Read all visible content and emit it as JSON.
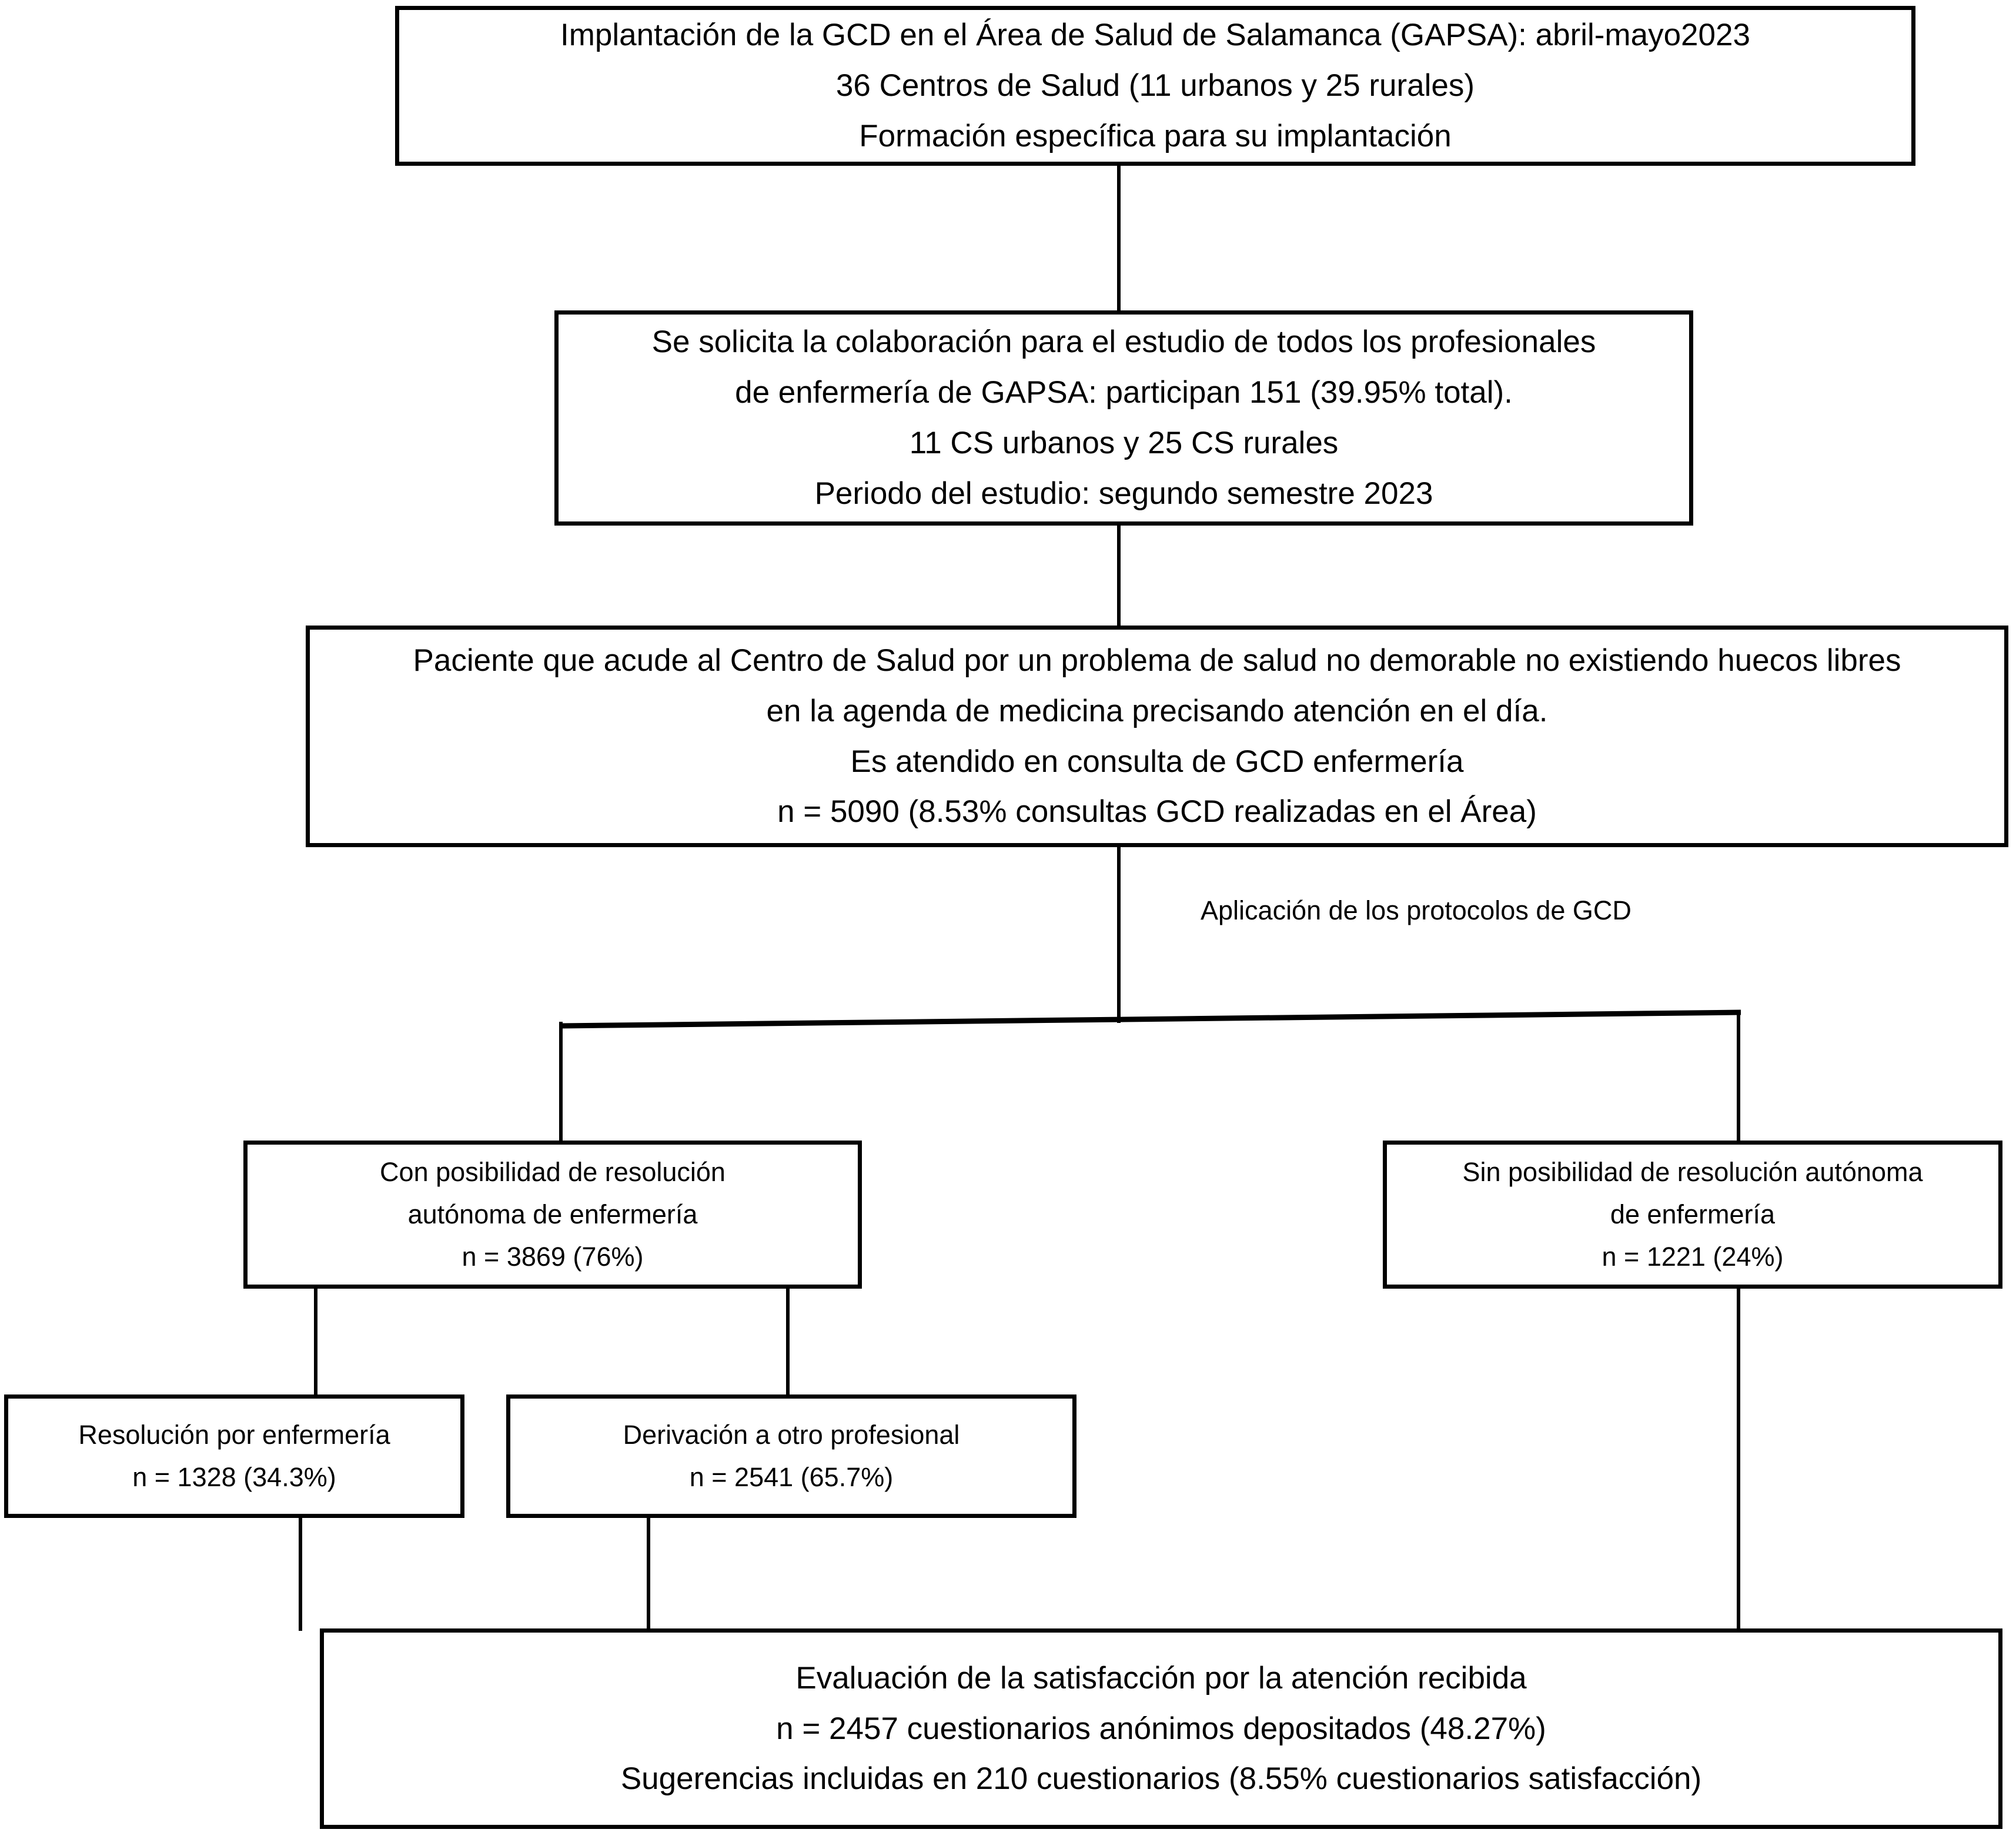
{
  "diagram": {
    "title": "Diagrama de flujo del estudio GCD en el Area de Salud de Salamanca",
    "language": "es",
    "colors": {
      "background": "#ffffff",
      "stroke": "#000000",
      "text": "#000000"
    },
    "nodes": [
      {
        "id": "implantacion",
        "lines": [
          "Implantación de la GCD en el Área de Salud de Salamanca (GAPSA): abril-mayo2023",
          "36 Centros de Salud (11 urbanos y 25 rurales)",
          "Formación específica para su implantación"
        ]
      },
      {
        "id": "colaboracion",
        "lines": [
          "Se solicita la colaboración para el estudio de todos los profesionales",
          "de enfermería de GAPSA: participan 151 (39.95% total).",
          "11 CS urbanos y 25 CS rurales",
          "Periodo del estudio: segundo semestre 2023"
        ]
      },
      {
        "id": "paciente",
        "lines": [
          "Paciente que acude al Centro de Salud por un problema de salud no demorable no existiendo huecos libres",
          "en la agenda de medicina precisando atención en el día.",
          "Es atendido en consulta de GCD enfermería",
          "n = 5090 (8.53% consultas GCD realizadas en el Área)"
        ]
      },
      {
        "id": "con-posibilidad",
        "lines": [
          "Con posibilidad de resolución",
          "autónoma de enfermería",
          "n = 3869 (76%)"
        ]
      },
      {
        "id": "sin-posibilidad",
        "lines": [
          "Sin posibilidad de resolución autónoma",
          "de enfermería",
          "n = 1221 (24%)"
        ]
      },
      {
        "id": "resolucion",
        "lines": [
          "Resolución por enfermería",
          "n = 1328 (34.3%)"
        ]
      },
      {
        "id": "derivacion",
        "lines": [
          "Derivación a otro profesional",
          "n = 2541 (65.7%)"
        ]
      },
      {
        "id": "evaluacion",
        "lines": [
          "Evaluación de la satisfacción por la atención recibida",
          "n = 2457 cuestionarios anónimos depositados (48.27%)",
          "Sugerencias incluidas en 210 cuestionarios (8.55% cuestionarios satisfacción)"
        ]
      }
    ],
    "edge_labels": [
      {
        "id": "protocolos",
        "text": "Aplicación de los protocolos de GCD"
      }
    ]
  }
}
